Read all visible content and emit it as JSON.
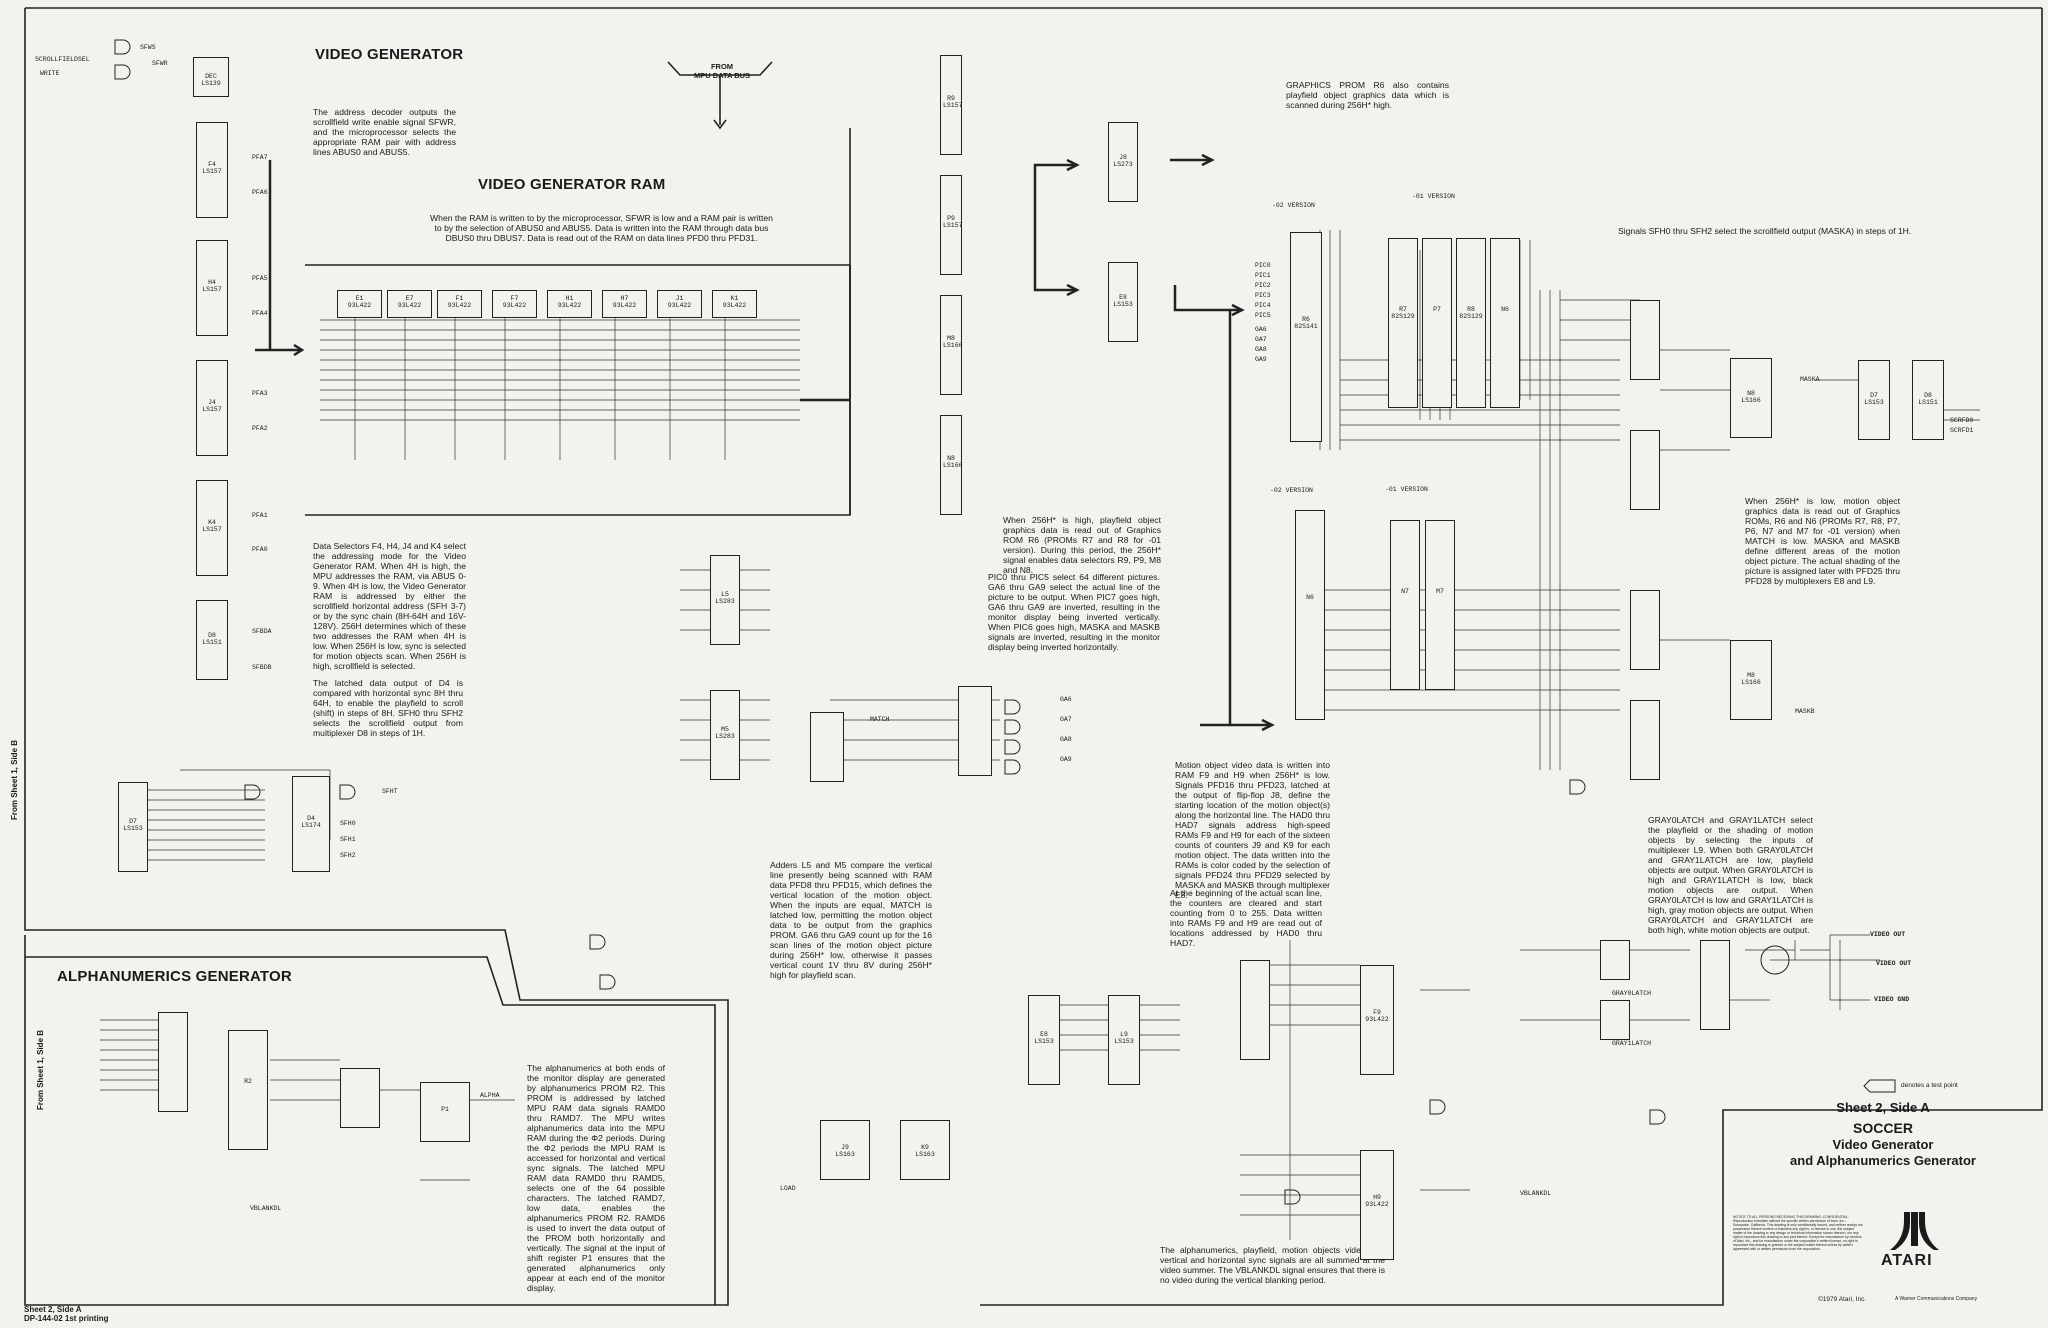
{
  "sections": {
    "video_generator": "VIDEO GENERATOR",
    "video_generator_ram": "VIDEO GENERATOR RAM",
    "alphanumerics_generator": "ALPHANUMERICS GENERATOR",
    "from_mpu": "FROM\nMPU DATA BUS"
  },
  "paragraphs": {
    "address_decoder": "The address decoder outputs the scrollfield write enable signal SFWR, and the microprocessor selects the appropriate RAM pair with address lines ABUS0 and ABUS5.",
    "ram_write": "When the RAM is written to by the microprocessor, SFWR is low and a RAM pair is written to by the selection of ABUS0 and ABUS5. Data is written into the RAM through data bus DBUS0 thru DBUS7. Data is read out of the RAM on data lines PFD0 thru PFD31.",
    "data_selectors": "Data Selectors F4, H4, J4 and K4 select the addressing mode for the Video Generator RAM. When 4H is high, the MPU addresses the RAM, via ABUS 0-9. When 4H is low, the Video Generator RAM is addressed by either the scrollfield horizontal address (SFH 3-7) or by the sync chain (8H-64H and 16V-128V). 256H determines which of these two addresses the RAM when 4H is low. When 256H is low, sync is selected for motion objects scan. When 256H is high, scrollfield is selected.",
    "latched_data": "The latched data output of D4 is compared with horizontal sync 8H thru 64H, to enable the playfield to scroll (shift) in steps of 8H. SFH0 thru SFH2 selects the scrollfield output from multiplexer D8 in steps of 1H.",
    "graphics_prom": "GRAPHICS PROM R6 also contains playfield object graphics data which is scanned during 256H* high.",
    "signals_sfh": "Signals SFH0 thru SFH2 select the scrollfield output (MASKA) in steps of 1H.",
    "when_256h_high": "When 256H* is high, playfield object graphics data is read out of Graphics ROM R6 (PROMs R7 and R8 for -01 version). During this period, the 256H* signal enables data selectors R9, P9, M8 and N8.",
    "pic0_pic5": "PIC0 thru PIC5 select 64 different pictures. GA6 thru GA9 select the actual line of the picture to be output. When PIC7 goes high, GA6 thru GA9 are inverted, resulting in the monitor display being inverted vertically. When PIC6 goes high, MASKA and MASKB signals are inverted, resulting in the monitor display being inverted horizontally.",
    "when_256h_low": "When 256H* is low, motion object graphics data is read out of Graphics ROMs, R6 and N6 (PROMs R7, R8, P7, P6, N7 and M7 for -01 version) when MATCH is low. MASKA and MASKB define different areas of the motion object picture. The actual shading of the picture is assigned later with PFD25 thru PFD28 by multiplexers E8 and L9.",
    "motion_object": "Motion object video data is written into RAM F9 and H9 when 256H* is low. Signals PFD16 thru PFD23, latched at the output of flip-flop J8, define the starting location of the motion object(s) along the horizontal line. The HAD0 thru HAD7 signals address high-speed RAMs F9 and H9 for each of the sixteen counts of counters J9 and K9 for each motion object. The data written into the RAMs is color coded by the selection of signals PFD24 thru PFD29 selected by MASKA and MASKB through multiplexer E8.",
    "scan_line": "At the beginning of the actual scan line, the counters are cleared and start counting from 0 to 255. Data written into RAMs F9 and H9 are read out of locations addressed by HAD0 thru HAD7.",
    "adders": "Adders L5 and M5 compare the vertical line presently being scanned with RAM data PFD8 thru PFD15, which defines the vertical location of the motion object. When the inputs are equal, MATCH is latched low, permitting the motion object data to be output from the graphics PROM. GA6 thru GA9 count up for the 16 scan lines of the motion object picture during 256H* low, otherwise it passes vertical count 1V thru 8V during 256H* high for playfield scan.",
    "grayolatch": "GRAY0LATCH and GRAY1LATCH select the playfield or the shading of motion objects by selecting the inputs of multiplexer L9. When both GRAY0LATCH and GRAY1LATCH are low, playfield objects are output. When GRAY0LATCH is high and GRAY1LATCH is low, black motion objects are output. When GRAY0LATCH is low and GRAY1LATCH is high, gray motion objects are output. When GRAY0LATCH and GRAY1LATCH are both high, white motion objects are output.",
    "alphanumerics": "The alphanumerics at both ends of the monitor display are generated by alphanumerics PROM R2. This PROM is addressed by latched MPU RAM data signals RAMD0 thru RAMD7. The MPU writes alphanumerics data into the MPU RAM during the Φ2 periods. During the Φ2 periods the MPU RAM is accessed for horizontal and vertical sync signals. The latched MPU RAM data RAMD0 thru RAMD5, selects one of the 64 possible characters. The latched RAMD7, low data, enables the alphanumerics PROM R2. RAMD6 is used to invert the data output of the PROM both horizontally and vertically. The signal at the input of shift register P1 ensures that the generated alphanumerics only appear at each end of the monitor display.",
    "summer": "The alphanumerics, playfield, motion objects video and vertical and horizontal sync signals are all summed at the video summer. The VBLANKDL signal ensures that there is no video during the vertical blanking period."
  },
  "side_labels": {
    "from_sheet_b_top": "From Sheet 1, Side B",
    "from_sheet_b_bottom": "From Sheet 1, Side B"
  },
  "version_labels": {
    "v02_top": "-02 VERSION",
    "v01_top": "-01 VERSION",
    "v02_mid": "-02 VERSION",
    "v01_mid": "-01 VERSION"
  },
  "signals": {
    "sfws": "SFWS",
    "sfwr": "SFWR",
    "scroll": "SCROLLFIELDSEL",
    "write": "WRITE",
    "pfa7": "PFA7",
    "pfa6": "PFA6",
    "pfa5": "PFA5",
    "pfa4": "PFA4",
    "pfa3": "PFA3",
    "pfa2": "PFA2",
    "pfa1": "PFA1",
    "pfa0": "PFA0",
    "sfbda": "SFBDA",
    "sfbdb": "SFBDB",
    "sfh0": "SFH0",
    "sfh1": "SFH1",
    "sfh2": "SFH2",
    "sfht": "SFHT",
    "match": "MATCH",
    "ga6": "GA6",
    "ga7": "GA7",
    "ga8": "GA8",
    "ga9": "GA9",
    "maska": "MASKA",
    "maskb": "MASKB",
    "scrfd0": "SCRFD0",
    "scrfd1": "SCRFD1",
    "grayolatch": "GRAY0LATCH",
    "gray1latch": "GRAY1LATCH",
    "video_out": "VIDEO OUT",
    "video_gnd": "VIDEO GND",
    "alpha": "ALPHA",
    "vblankdl": "VBLANKDL",
    "load": "LOAD",
    "test_point": "denotes a test point",
    "pic0": "PIC0",
    "pic1": "PIC1",
    "pic2": "PIC2",
    "pic3": "PIC3",
    "pic4": "PIC4",
    "pic5": "PIC5"
  },
  "chips": {
    "e1": "E1\n93L422",
    "e7": "E7\n93L422",
    "f1": "F1\n93L422",
    "f7": "F7\n93L422",
    "h1": "H1\n93L422",
    "h7": "H7\n93L422",
    "j1": "J1\n93L422",
    "k1": "K1\n93L422",
    "r6": "R6\n82S141",
    "r7": "R7\n82S129",
    "r8": "R8\n82S129",
    "n6": "N6",
    "p7": "P7",
    "n7": "N7",
    "m7": "M7",
    "r2": "R2",
    "p1": "P1",
    "d8": "D8\nLS151",
    "d4": "D4\nLS174",
    "n8": "N8\nLS166",
    "m8": "M8\nLS166",
    "d7": "D7\nLS153",
    "e8": "E8\nLS153",
    "l9": "L9\nLS153",
    "j8": "J8\nLS273",
    "j9": "J9\nLS163",
    "k9": "K9\nLS163",
    "f9": "F9\n93L422",
    "h9": "H9\n93L422",
    "r9": "R9\nLS157",
    "p9": "P9\nLS157",
    "l5": "L5\nLS283",
    "m5": "M5\nLS283",
    "f4": "F4\nLS157",
    "h4": "H4\nLS157",
    "j4": "J4\nLS157",
    "k4": "K4\nLS157",
    "dec": "DEC\nLS139"
  },
  "title_block": {
    "sheet": "Sheet 2, Side A",
    "game": "SOCCER",
    "line1": "Video Generator",
    "line2": "and Alphanumerics Generator",
    "copyright": "©1979 Atari, Inc.",
    "warner": "A Warner Communications Company",
    "logo_text": "ATARI"
  },
  "footer": {
    "sheet": "Sheet 2, Side A",
    "printing": "DP-144-02 1st printing"
  },
  "notice": "NOTICE TO ALL PERSONS RECEIVING THIS DRAWING: CONFIDENTIAL: Reproduction forbidden without the specific written permission of Atari, Inc., Sunnyvale, California. This drawing is only conditionally issued, and neither receipt nor possession thereof confers or transfers any right in, or license to use, the subject matter of the drawing or any design or technical information shown thereon, nor any right to reproduce this drawing or any part thereof. Except for manufacture by vendors of Atari, Inc., and for manufacture under the corporation's written license, no right to reproduce this drawing is granted or the subject matter thereof unless by written agreement with or written permission from the corporation."
}
